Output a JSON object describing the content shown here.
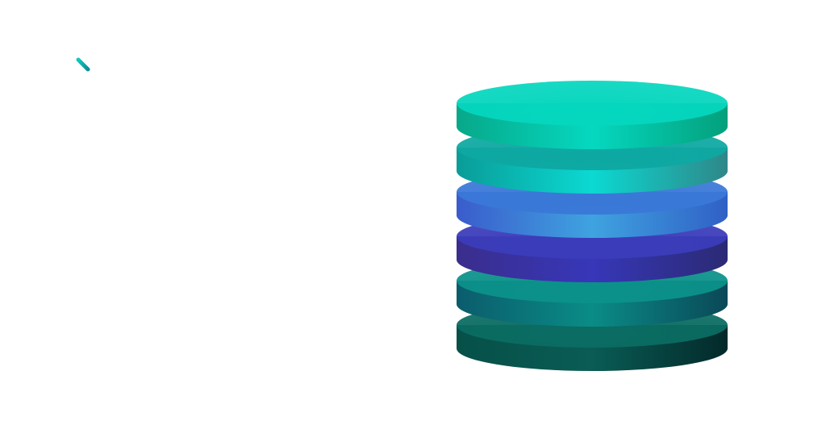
{
  "accent_mark": {
    "icon": "diagonal-stroke-icon",
    "colors": [
      "#12c9bd",
      "#0a8f96"
    ]
  },
  "stack": {
    "layers": [
      {
        "name": "layer-1",
        "top": "#05d6be",
        "side": [
          "#07a889",
          "#05d8c0",
          "#03a07c"
        ]
      },
      {
        "name": "layer-2",
        "top": "#0ea8a2",
        "side": [
          "#0a9c98",
          "#0bd9d2",
          "#2f8789"
        ]
      },
      {
        "name": "layer-3",
        "top": "#3a78d8",
        "side": [
          "#3a5ccc",
          "#3fa3e0",
          "#3060c6"
        ]
      },
      {
        "name": "layer-4",
        "top": "#3b3cba",
        "side": [
          "#3a2d8c",
          "#3737b9",
          "#2b2a74"
        ]
      },
      {
        "name": "layer-5",
        "top": "#0b918a",
        "side": [
          "#0b5c6c",
          "#0a8c86",
          "#0a4858"
        ]
      },
      {
        "name": "layer-6",
        "top": "#0a6c62",
        "side": [
          "#065048",
          "#0a5c55",
          "#03292a"
        ]
      }
    ]
  }
}
